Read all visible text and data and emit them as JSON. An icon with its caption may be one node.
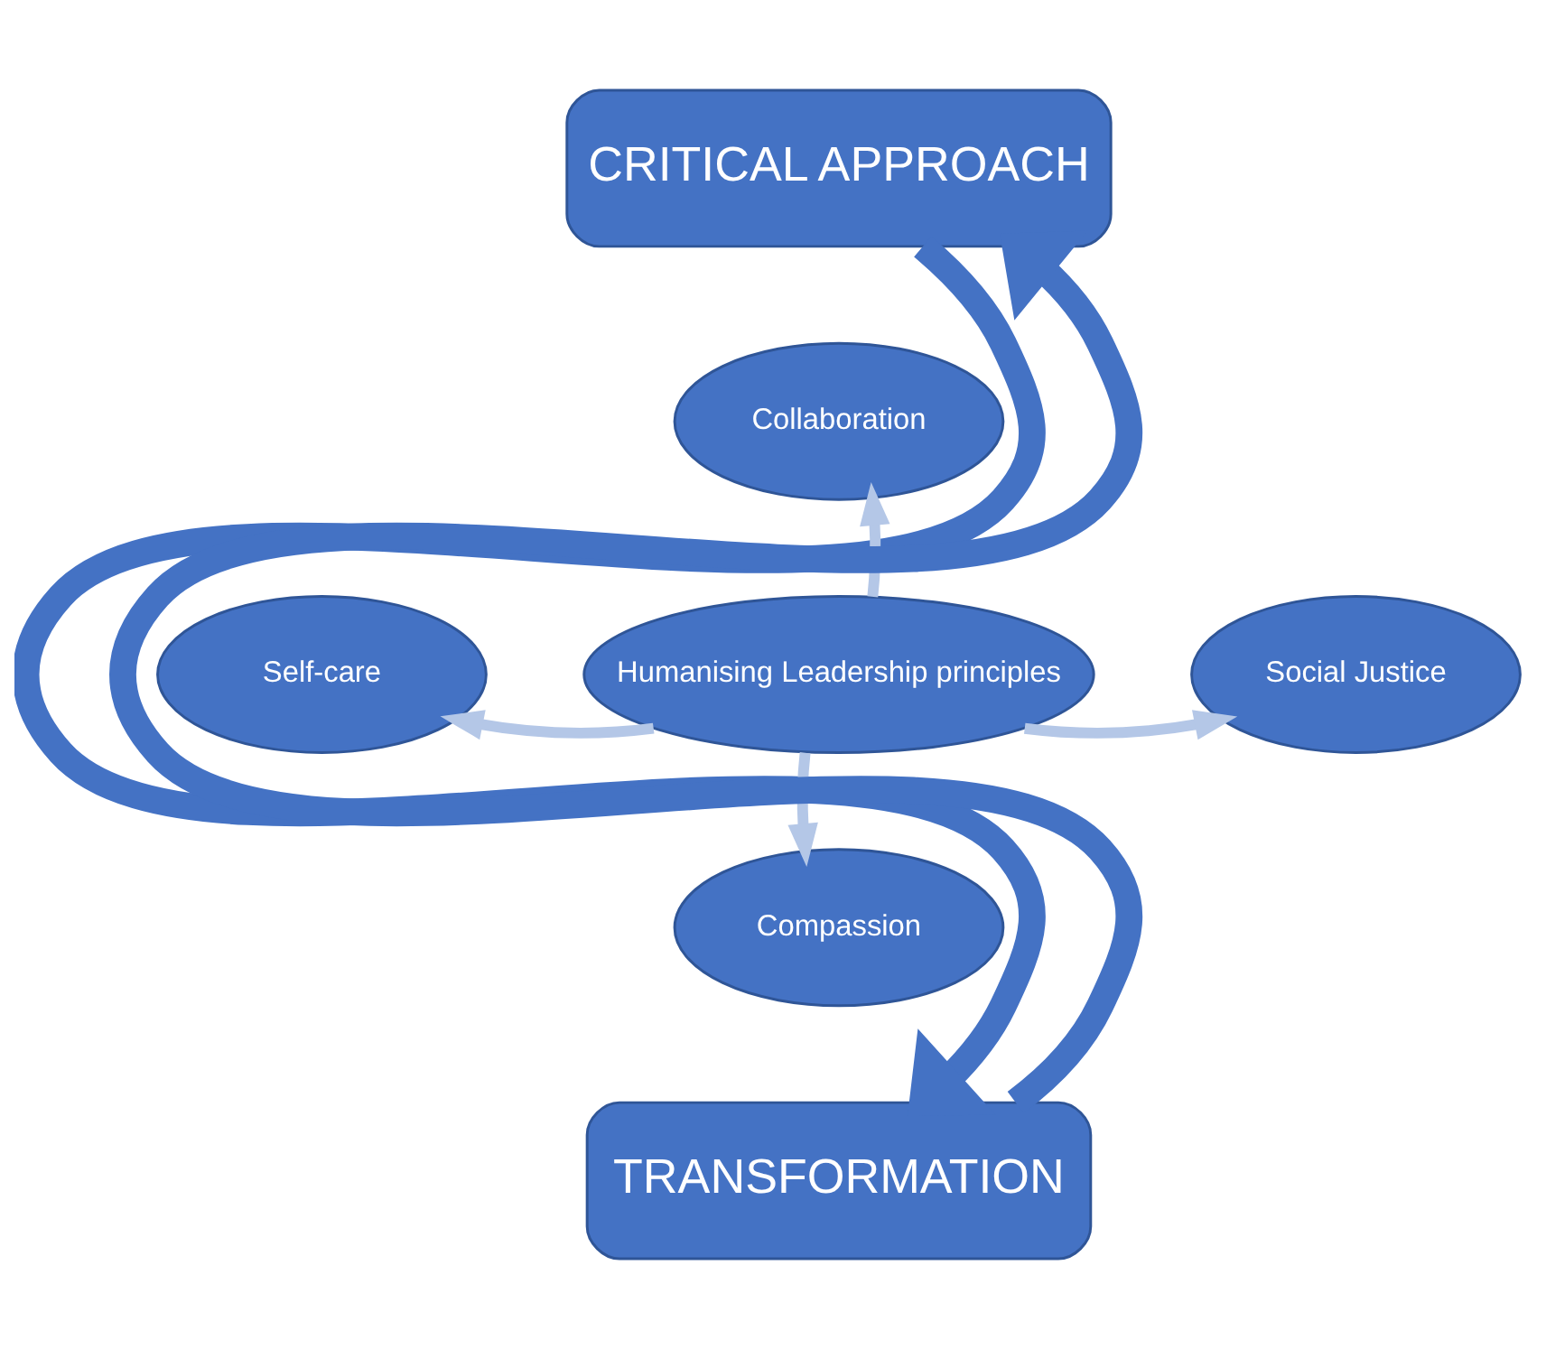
{
  "diagram": {
    "nodes": [
      {
        "text": [
          "CRITICAL APPROACH"
        ]
      },
      {
        "text": [
          "Collaboration"
        ]
      },
      {
        "text": [
          "Self-care"
        ]
      },
      {
        "text": [
          "Humanising Leadership principles"
        ]
      },
      {
        "text": [
          "Social Justice"
        ]
      },
      {
        "text": [
          "Compassion"
        ]
      },
      {
        "text": [
          "TRANSFORMATION"
        ]
      }
    ],
    "edges": [
      {
        "from": 0,
        "to": 6,
        "arrow": "to",
        "style": "thick",
        "color": "#4472c4"
      },
      {
        "from": 6,
        "to": 0,
        "arrow": "to",
        "style": "thick",
        "color": "#4472c4"
      },
      {
        "from": 3,
        "to": 1,
        "arrow": "to"
      },
      {
        "from": 3,
        "to": 2,
        "arrow": "to"
      },
      {
        "from": 3,
        "to": 4,
        "arrow": "to"
      },
      {
        "from": 3,
        "to": 5,
        "arrow": "to"
      }
    ]
  }
}
